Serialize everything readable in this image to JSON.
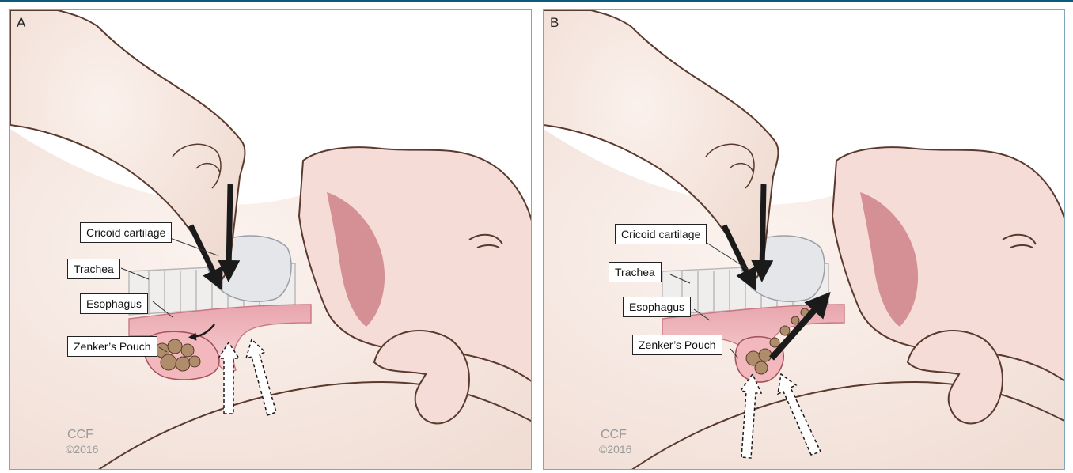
{
  "panels": [
    {
      "letter": "A",
      "labels": {
        "cricoid": "Cricoid cartilage",
        "trachea": "Trachea",
        "esophagus": "Esophagus",
        "zenker": "Zenker’s Pouch"
      },
      "credit": {
        "line1": "CCF",
        "line2": "©2016"
      }
    },
    {
      "letter": "B",
      "labels": {
        "cricoid": "Cricoid cartilage",
        "trachea": "Trachea",
        "esophagus": "Esophagus",
        "zenker": "Zenker’s Pouch"
      },
      "credit": {
        "line1": "CCF",
        "line2": "©2016"
      }
    }
  ],
  "colors": {
    "frame": "#7fa9bb",
    "rule": "#0e5a7a",
    "skin": "#f3e4dc",
    "tissue": "#f0c6c8",
    "tissue_dark": "#c9777f",
    "pouch_contents": "#a88b6a",
    "outline": "#5a3a2e",
    "arrow": "#1a1a1a"
  }
}
